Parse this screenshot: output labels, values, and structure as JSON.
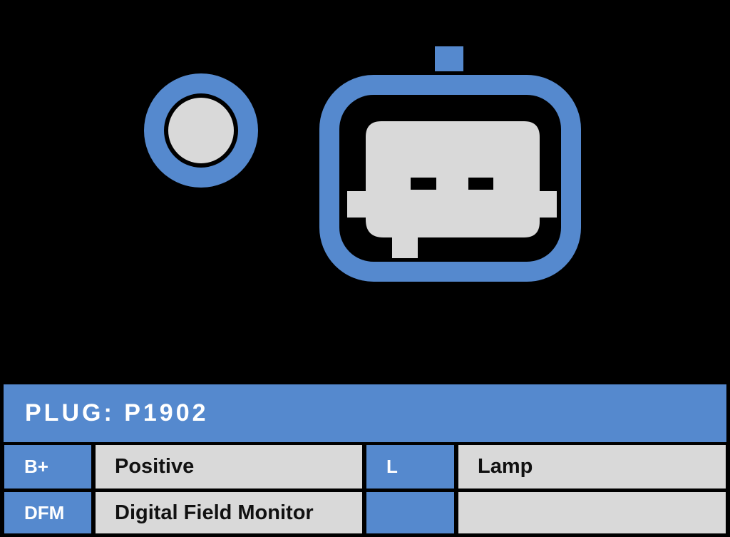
{
  "colors": {
    "background": "#000000",
    "accent_blue": "#5589CE",
    "light_gray": "#D9D9D9",
    "text_dark": "#111111",
    "text_light": "#FFFFFF"
  },
  "diagram": {
    "shapes": [
      "terminal-hole",
      "connector-plug-2-pin"
    ]
  },
  "table": {
    "title": "PLUG: P1902",
    "rows": [
      [
        "B+",
        "Positive",
        "L",
        "Lamp"
      ],
      [
        "DFM",
        "Digital Field Monitor",
        "",
        ""
      ]
    ]
  }
}
